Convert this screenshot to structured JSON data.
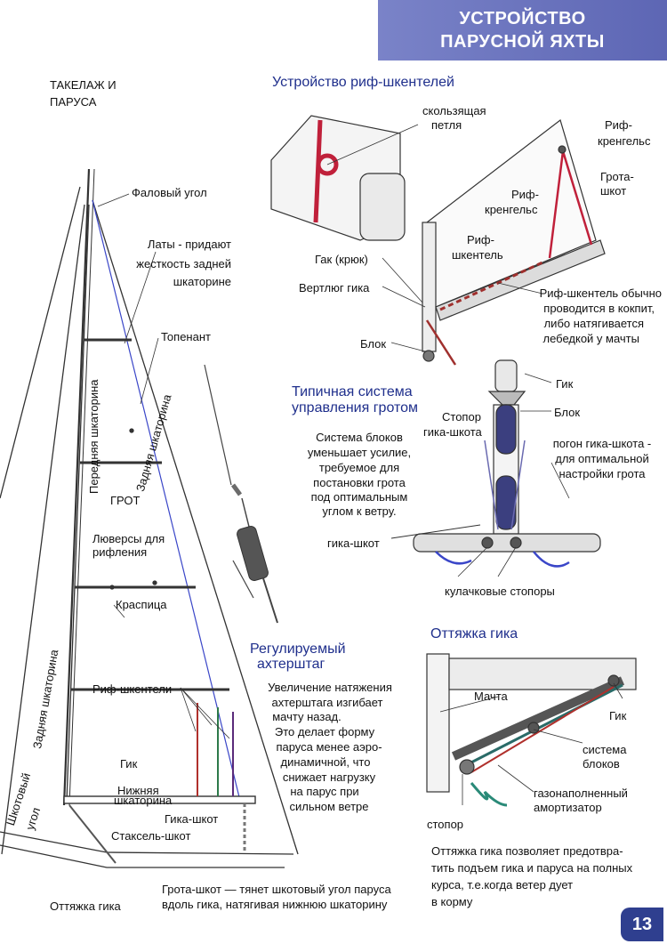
{
  "banner": {
    "line1": "УСТРОЙСТВО",
    "line2": "ПАРУСНОЙ ЯХТЫ"
  },
  "page_number": "13",
  "left": {
    "heading_line1": "ТАКЕЛАЖ И",
    "heading_line2": "ПАРУСА",
    "labels": {
      "halyard_corner": "Фаловый угол",
      "battens_1": "Латы - придают",
      "battens_2": "жесткость задней",
      "battens_3": "шкаторине",
      "topping_lift": "Топенант",
      "luff": "Передняя шкаторина",
      "leech_upper": "Задняя шкаторина",
      "mainsail": "ГРОТ",
      "cringles_1": "Люверсы для",
      "cringles_2": "рифления",
      "spreader": "Краспица",
      "leech_jib": "Задняя шкаторина",
      "clew_corner_1": "Шкотовый",
      "clew_corner_2": "угол",
      "reef_points": "Риф-шкентели",
      "boom": "Гик",
      "foot_1": "Нижняя",
      "foot_2": "шкаторина",
      "mainsheet_short": "Гика-шкот",
      "jib_sheet": "Стаксель-шкот",
      "vang": "Оттяжка гика",
      "grota_note_1": "Грота-шкот — тянет шкотовый угол паруса",
      "grota_note_2": "вдоль гика, натягивая нижнюю шкаторину"
    }
  },
  "reefing": {
    "heading": "Устройство риф-шкентелей",
    "slip_loop_1": "скользящая",
    "slip_loop_2": "петля",
    "hook": "Гак (крюк)",
    "gooseneck": "Вертлюг гика",
    "block": "Блок",
    "cringle_a_1": "Риф-",
    "cringle_a_2": "кренгельс",
    "cringle_b_1": "Риф-",
    "cringle_b_2": "кренгельс",
    "mainsheet_1": "Грота-",
    "mainsheet_2": "шкот",
    "reef_line_1": "Риф-",
    "reef_line_2": "шкентель",
    "note_1": "Риф-шкентель обычно",
    "note_2": "проводится в кокпит,",
    "note_3": "либо натягивается",
    "note_4": "лебедкой у мачты"
  },
  "mainsheet_system": {
    "heading_1": "Типичная система",
    "heading_2": "управления гротом",
    "boom": "Гик",
    "block": "Блок",
    "stopper_1": "Стопор",
    "stopper_2": "гика-шкота",
    "desc_1": "Система блоков",
    "desc_2": "уменьшает усилие,",
    "desc_3": "требуемое для",
    "desc_4": "постановки грота",
    "desc_5": "под оптимальным",
    "desc_6": "углом к ветру.",
    "traveler_1": "погон гика-шкота -",
    "traveler_2": "для оптимальной",
    "traveler_3": "настройки грота",
    "sheet": "гика-шкот",
    "cam_cleats": "кулачковые стопоры"
  },
  "backstay": {
    "heading_1": "Регулируемый",
    "heading_2": "ахтерштаг",
    "desc_1": "Увеличение натяжения",
    "desc_2": "ахтерштага изгибает",
    "desc_3": "мачту назад.",
    "desc_4": "Это делает форму",
    "desc_5": "паруса менее аэро-",
    "desc_6": "динамичной, что",
    "desc_7": "снижает нагрузку",
    "desc_8": "на парус при",
    "desc_9": "сильном ветре"
  },
  "vang": {
    "heading": "Оттяжка гика",
    "mast": "Мачта",
    "boom": "Гик",
    "blocks_1": "система",
    "blocks_2": "блоков",
    "spring_1": "газонаполненный",
    "spring_2": "амортизатор",
    "stopper": "стопор",
    "note_1": "Оттяжка гика позволяет предотвра-",
    "note_2": "тить подъем гика и паруса на полных",
    "note_3": "курса, т.е.когда ветер дует",
    "note_4": "в корму"
  }
}
